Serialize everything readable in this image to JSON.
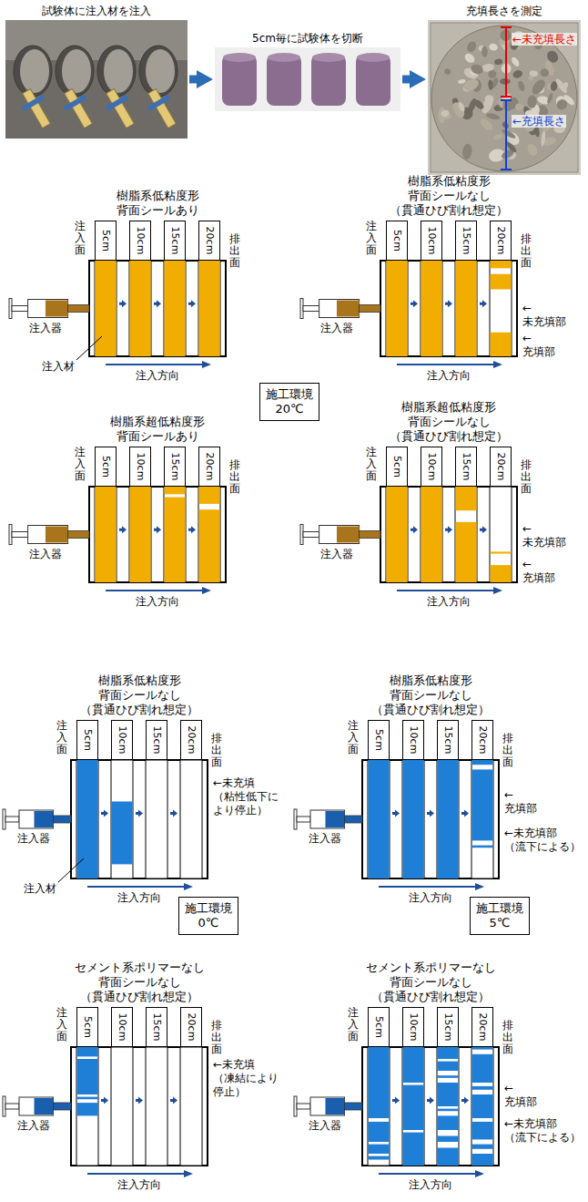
{
  "diagram": {
    "nodes": [
      {
        "text": [
          "試験体に注入材を注入"
        ]
      },
      {
        "text": [
          "5cm毎に試験体を切断"
        ]
      },
      {
        "text": [
          "充填長さを測定",
          "←未充填長さ",
          "←充填長さ"
        ]
      },
      {
        "text": [
          "樹脂系低粘度形 背面シールあり"
        ]
      },
      {
        "text": [
          "5cm"
        ],
        "in": 3
      },
      {
        "text": [
          "10cm"
        ],
        "in": 3
      },
      {
        "text": [
          "15cm"
        ],
        "in": 3
      },
      {
        "text": [
          "20cm"
        ],
        "in": 3
      },
      {
        "text": [
          "樹脂系低粘度形 背面シールなし （貫通ひび割れ想定）"
        ]
      },
      {
        "text": [
          "5cm"
        ],
        "in": 8
      },
      {
        "text": [
          "10cm"
        ],
        "in": 8
      },
      {
        "text": [
          "15cm"
        ],
        "in": 8
      },
      {
        "text": [
          "20cm"
        ],
        "in": 8
      },
      {
        "text": [
          "施工環境 20℃"
        ]
      },
      {
        "text": [
          "樹脂系超低粘度形 背面シールあり"
        ]
      },
      {
        "text": [
          "5cm"
        ],
        "in": 14
      },
      {
        "text": [
          "10cm"
        ],
        "in": 14
      },
      {
        "text": [
          "15cm"
        ],
        "in": 14
      },
      {
        "text": [
          "20cm"
        ],
        "in": 14
      },
      {
        "text": [
          "樹脂系超低粘度形 背面シールなし （貫通ひび割れ想定）"
        ]
      },
      {
        "text": [
          "5cm"
        ],
        "in": 19
      },
      {
        "text": [
          "10cm"
        ],
        "in": 19
      },
      {
        "text": [
          "15cm"
        ],
        "in": 19
      },
      {
        "text": [
          "20cm"
        ],
        "in": 19
      },
      {
        "text": [
          "樹脂系低粘度形 背面シールなし （貫通ひび割れ想定）"
        ]
      },
      {
        "text": [
          "5cm"
        ],
        "in": 24
      },
      {
        "text": [
          "10cm"
        ],
        "in": 24
      },
      {
        "text": [
          "15cm"
        ],
        "in": 24
      },
      {
        "text": [
          "20cm"
        ],
        "in": 24
      },
      {
        "text": [
          "樹脂系低粘度形 背面シールなし （貫通ひび割れ想定）"
        ]
      },
      {
        "text": [
          "5cm"
        ],
        "in": 29
      },
      {
        "text": [
          "10cm"
        ],
        "in": 29
      },
      {
        "text": [
          "15cm"
        ],
        "in": 29
      },
      {
        "text": [
          "20cm"
        ],
        "in": 29
      },
      {
        "text": [
          "施工環境 0℃"
        ]
      },
      {
        "text": [
          "施工環境 5℃"
        ]
      },
      {
        "text": [
          "セメント系ポリマーなし 背面シールなし （貫通ひび割れ想定）"
        ]
      },
      {
        "text": [
          "5cm"
        ],
        "in": 36
      },
      {
        "text": [
          "10cm"
        ],
        "in": 36
      },
      {
        "text": [
          "15cm"
        ],
        "in": 36
      },
      {
        "text": [
          "20cm"
        ],
        "in": 36
      },
      {
        "text": [
          "セメント系ポリマーなし 背面シールなし （貫通ひび割れ想定）"
        ]
      },
      {
        "text": [
          "5cm"
        ],
        "in": 41
      },
      {
        "text": [
          "10cm"
        ],
        "in": 41
      },
      {
        "text": [
          "15cm"
        ],
        "in": 41
      },
      {
        "text": [
          "20cm"
        ],
        "in": 41
      }
    ],
    "edges": [
      {
        "from": 0,
        "to": 1,
        "arrow": "to"
      },
      {
        "from": 1,
        "to": 2,
        "arrow": "to"
      }
    ],
    "labels": [
      "注入面",
      "排出面",
      "注入器",
      "注入材",
      "注入方向",
      "注入面",
      "排出面",
      "注入器",
      "←未充填部",
      "←充填部",
      "注入方向",
      "注入面",
      "排出面",
      "注入器",
      "注入方向",
      "注入面",
      "排出面",
      "注入器",
      "←未充填部",
      "←充填部",
      "注入方向",
      "注入面",
      "排出面",
      "注入器",
      "←未充填 （粘性低下に より停止）",
      "注入材",
      "注入方向",
      "注入面",
      "排出面",
      "注入器",
      "←充填部",
      "←未充填部 （流下による）",
      "注入方向",
      "注入面",
      "排出面",
      "注入器",
      "←未充填 （凍結により 停止）",
      "注入方向",
      "注入面",
      "排出面",
      "注入器",
      "←充填部",
      "←未充填部 （流下による）",
      "注入方向"
    ]
  }
}
